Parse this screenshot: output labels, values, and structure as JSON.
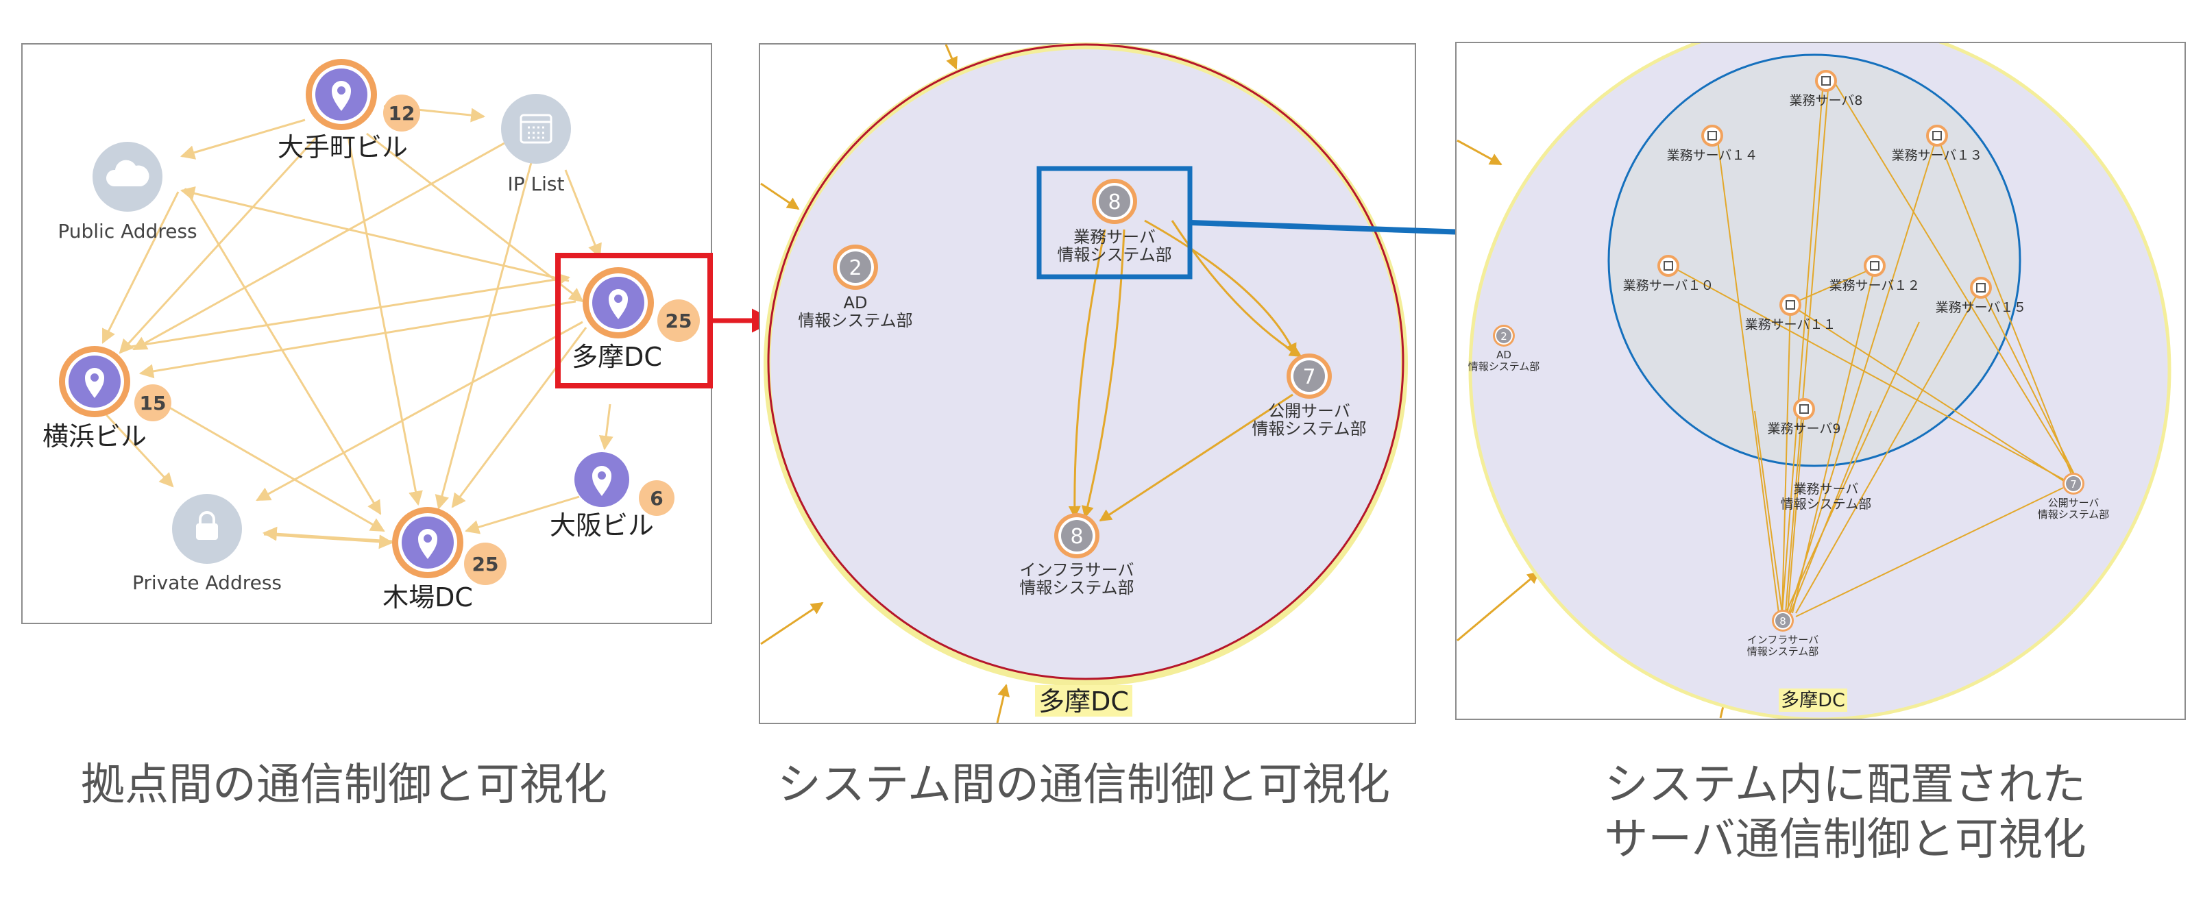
{
  "colors": {
    "node_purple": "#8a7fd8",
    "node_ring": "#f2a25c",
    "badge": "#f9c58f",
    "gray_node": "#c9d2dd",
    "edge": "#f3d08c",
    "edge_dark": "#e3a82b",
    "zone_fill": "#e4e3f2",
    "zone_border": "#f4ee9a",
    "red": "#e41c23",
    "blue": "#1570bd"
  },
  "panel1": {
    "sites": [
      {
        "id": "otemachi",
        "label": "大手町ビル",
        "badge": "12"
      },
      {
        "id": "tama",
        "label": "多摩DC",
        "badge": "25"
      },
      {
        "id": "yokohama",
        "label": "横浜ビル",
        "badge": "15"
      },
      {
        "id": "kiba",
        "label": "木場DC",
        "badge": "25"
      },
      {
        "id": "osaka",
        "label": "大阪ビル",
        "badge": "6"
      }
    ],
    "nodes": [
      {
        "id": "public",
        "label": "Public Address",
        "icon": "cloud-icon"
      },
      {
        "id": "iplist",
        "label": "IP List",
        "icon": "grid-icon"
      },
      {
        "id": "private",
        "label": "Private Address",
        "icon": "lock-icon"
      }
    ]
  },
  "panel2": {
    "zone_label": "多摩DC",
    "systems": [
      {
        "id": "ad",
        "count": "2",
        "line1": "AD",
        "line2": "情報システム部"
      },
      {
        "id": "gyomu",
        "count": "8",
        "line1": "業務サーバ",
        "line2": "情報システム部"
      },
      {
        "id": "kokai",
        "count": "7",
        "line1": "公開サーバ",
        "line2": "情報システム部"
      },
      {
        "id": "infra",
        "count": "8",
        "line1": "インフラサーバ",
        "line2": "情報システム部"
      }
    ]
  },
  "panel3": {
    "zone_label": "多摩DC",
    "servers": [
      {
        "id": "s8",
        "label": "業務サーバ8"
      },
      {
        "id": "s14",
        "label": "業務サーバ１４"
      },
      {
        "id": "s13",
        "label": "業務サーバ１３"
      },
      {
        "id": "s10",
        "label": "業務サーバ１０"
      },
      {
        "id": "s12",
        "label": "業務サーバ１２"
      },
      {
        "id": "s15",
        "label": "業務サーバ１５"
      },
      {
        "id": "s11",
        "label": "業務サーバ１１"
      },
      {
        "id": "s9",
        "label": "業務サーバ9"
      }
    ],
    "group_label_1": "業務サーバ",
    "group_label_2": "情報システム部",
    "systems": [
      {
        "id": "ad",
        "count": "2",
        "line1": "AD",
        "line2": "情報システム部"
      },
      {
        "id": "kokai",
        "count": "7",
        "line1": "公開サーバ",
        "line2": "情報システム部"
      },
      {
        "id": "infra",
        "count": "8",
        "line1": "インフラサーバ",
        "line2": "情報システム部"
      }
    ]
  },
  "captions": {
    "panel1": "拠点間の通信制御と可視化",
    "panel2": "システム間の通信制御と可視化",
    "panel3_line1": "システム内に配置された",
    "panel3_line2": "サーバ通信制御と可視化"
  }
}
